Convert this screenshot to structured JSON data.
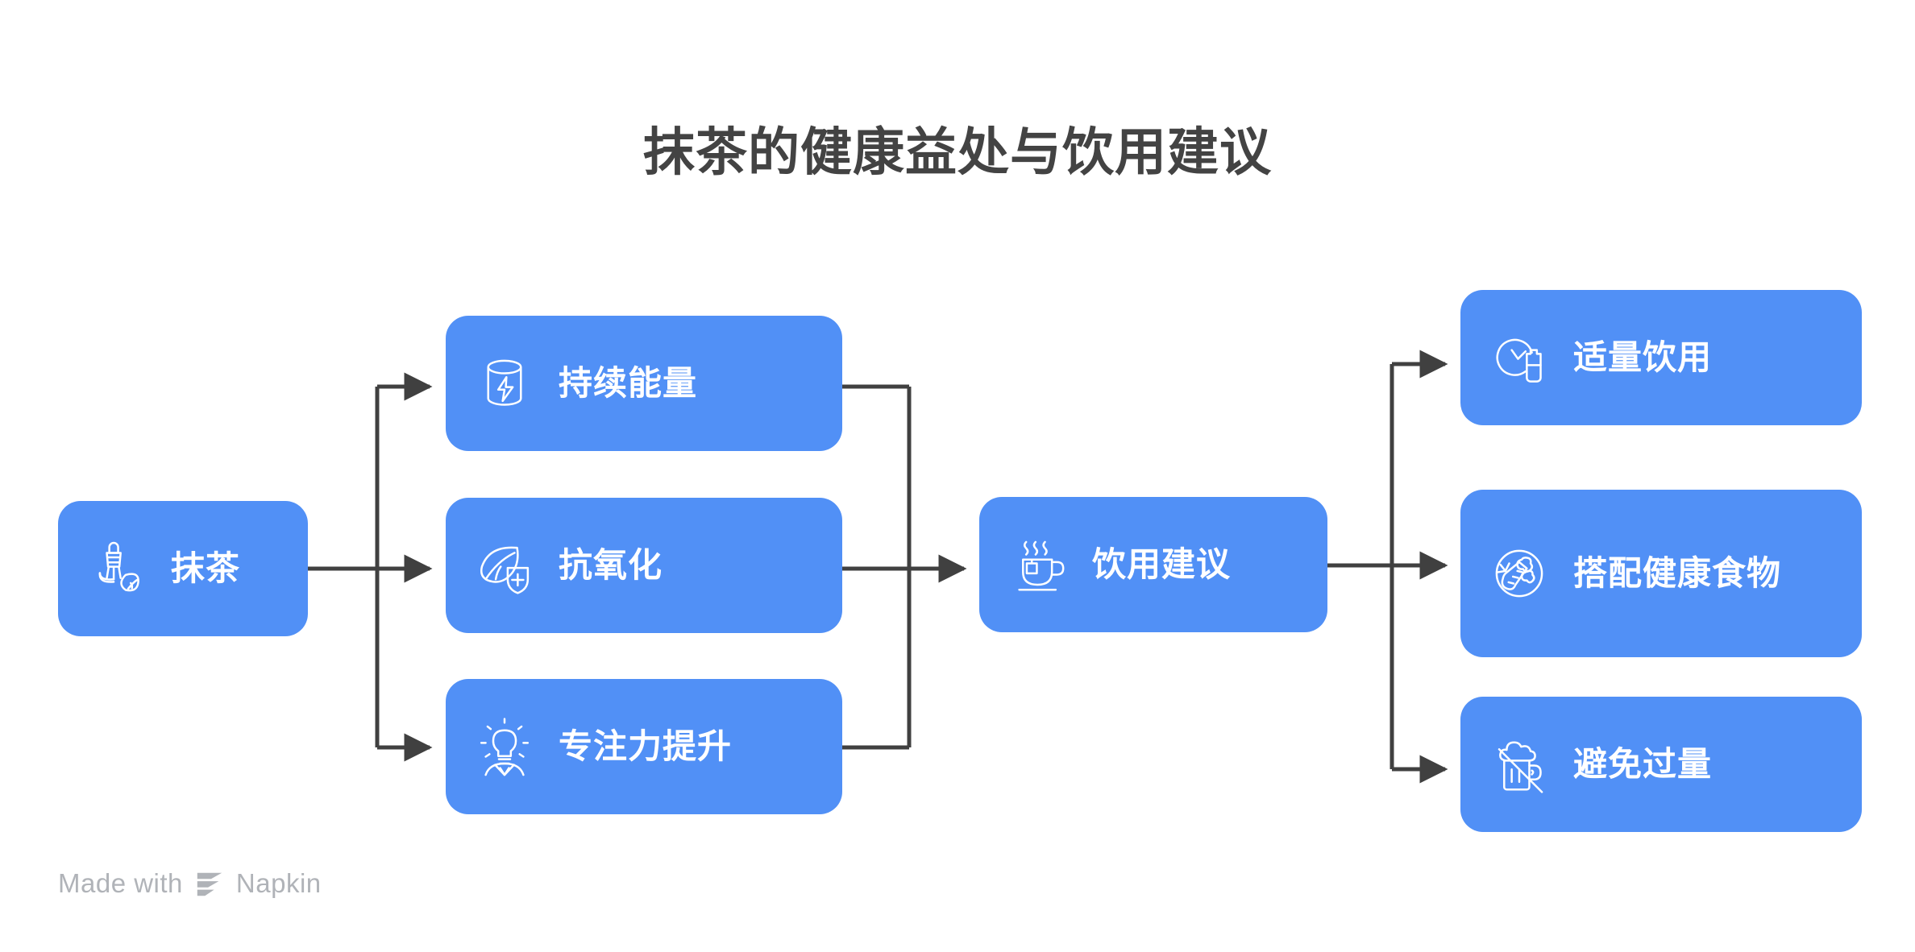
{
  "page": {
    "title": "抹茶的健康益处与饮用建议",
    "background_color": "#ffffff",
    "title_color": "#434343",
    "node_color": "#5190f6",
    "node_text_color": "#ffffff",
    "connector_color": "#404040"
  },
  "diagram": {
    "type": "flow-diagram",
    "nodes": [
      {
        "id": "matcha",
        "label": "抹茶",
        "icon": "matcha-whisk-leaf-icon",
        "column": 1
      },
      {
        "id": "energy",
        "label": "持续能量",
        "icon": "battery-bolt-icon",
        "column": 2
      },
      {
        "id": "antiox",
        "label": "抗氧化",
        "icon": "leaf-shield-plus-icon",
        "column": 2
      },
      {
        "id": "focus",
        "label": "专注力提升",
        "icon": "lightbulb-idea-icon",
        "column": 2
      },
      {
        "id": "advice",
        "label": "饮用建议",
        "icon": "tea-cup-icon",
        "column": 3
      },
      {
        "id": "moderate",
        "label": "适量饮用",
        "icon": "clock-bottle-icon",
        "column": 4
      },
      {
        "id": "pairfood",
        "label": "搭配健康食物",
        "icon": "plate-vegetables-icon",
        "column": 4
      },
      {
        "id": "avoidexcess",
        "label": "避免过量",
        "icon": "no-beer-mug-icon",
        "column": 4
      }
    ],
    "edges": [
      {
        "from": "matcha",
        "to": "energy"
      },
      {
        "from": "matcha",
        "to": "antiox"
      },
      {
        "from": "matcha",
        "to": "focus"
      },
      {
        "from": "energy",
        "to": "advice"
      },
      {
        "from": "antiox",
        "to": "advice"
      },
      {
        "from": "focus",
        "to": "advice"
      },
      {
        "from": "advice",
        "to": "moderate"
      },
      {
        "from": "advice",
        "to": "pairfood"
      },
      {
        "from": "advice",
        "to": "avoidexcess"
      }
    ]
  },
  "footer": {
    "made_with": "Made with",
    "brand": "Napkin",
    "logo_icon": "napkin-logo-icon"
  }
}
